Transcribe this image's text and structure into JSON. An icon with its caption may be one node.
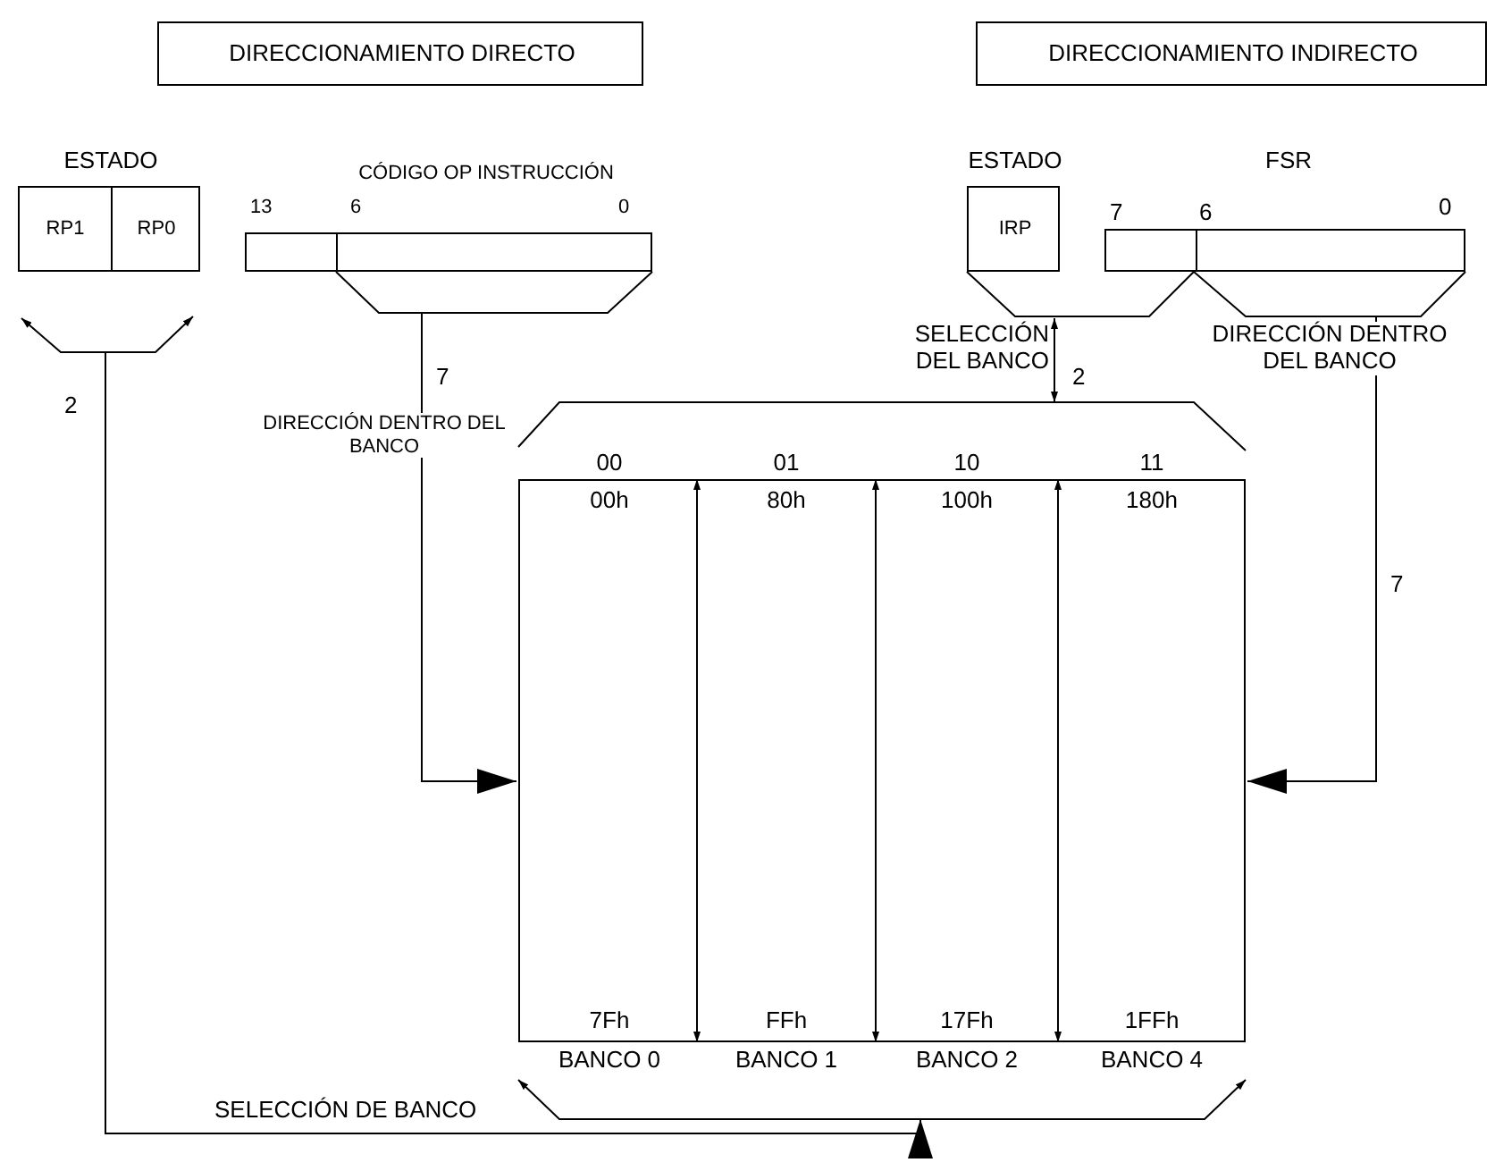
{
  "diagram": {
    "nodes": [
      {
        "text": [
          "DIRECCIONAMIENTO  DIRECTO"
        ]
      },
      {
        "text": [
          "DIRECCIONAMIENTO INDIRECTO"
        ]
      },
      {
        "text": [
          "ESTADO",
          "RP1",
          "RP0"
        ]
      },
      {
        "text": [
          "CÓDIGO OP INSTRUCCIÓN",
          "13",
          "6",
          "0"
        ]
      },
      {
        "text": [
          "ESTADO",
          "IRP"
        ]
      },
      {
        "text": [
          "FSR",
          "7",
          "6",
          "0"
        ]
      },
      {
        "text": [],
        "shape": "trapezoid"
      },
      {
        "text": [],
        "shape": "trapezoid"
      },
      {
        "text": [],
        "shape": "trapezoid"
      },
      {
        "text": [],
        "shape": "trapezoid"
      },
      {
        "text": [],
        "shape": "trapezoid"
      },
      {
        "text": [
          "00",
          "00h",
          "7Fh",
          "BANCO 0"
        ]
      },
      {
        "text": [
          "01",
          "80h",
          "FFh",
          "BANCO 1"
        ]
      },
      {
        "text": [
          "10",
          "100h",
          "17Fh",
          "BANCO 2"
        ]
      },
      {
        "text": [
          "11",
          "180h",
          "1FFh",
          "BANCO 4"
        ]
      },
      {
        "text": [],
        "shape": "trapezoid"
      }
    ],
    "edges": [
      {
        "from": 6,
        "to": 15,
        "arrow": "to",
        "label": "SELECCIÓN DE BANCO"
      },
      {
        "from": 7,
        "to": 11,
        "arrow": "to",
        "label": "7"
      },
      {
        "from": 8,
        "to": 10,
        "arrow": "both",
        "label": "2"
      },
      {
        "from": 9,
        "to": 14,
        "arrow": "to",
        "label": "7"
      }
    ],
    "labels": [
      "2",
      "DIRECCIÓN DENTRO DEL BANCO",
      "SELECCIÓN DEL BANCO",
      "DIRECCIÓN DENTRO DEL BANCO"
    ]
  }
}
